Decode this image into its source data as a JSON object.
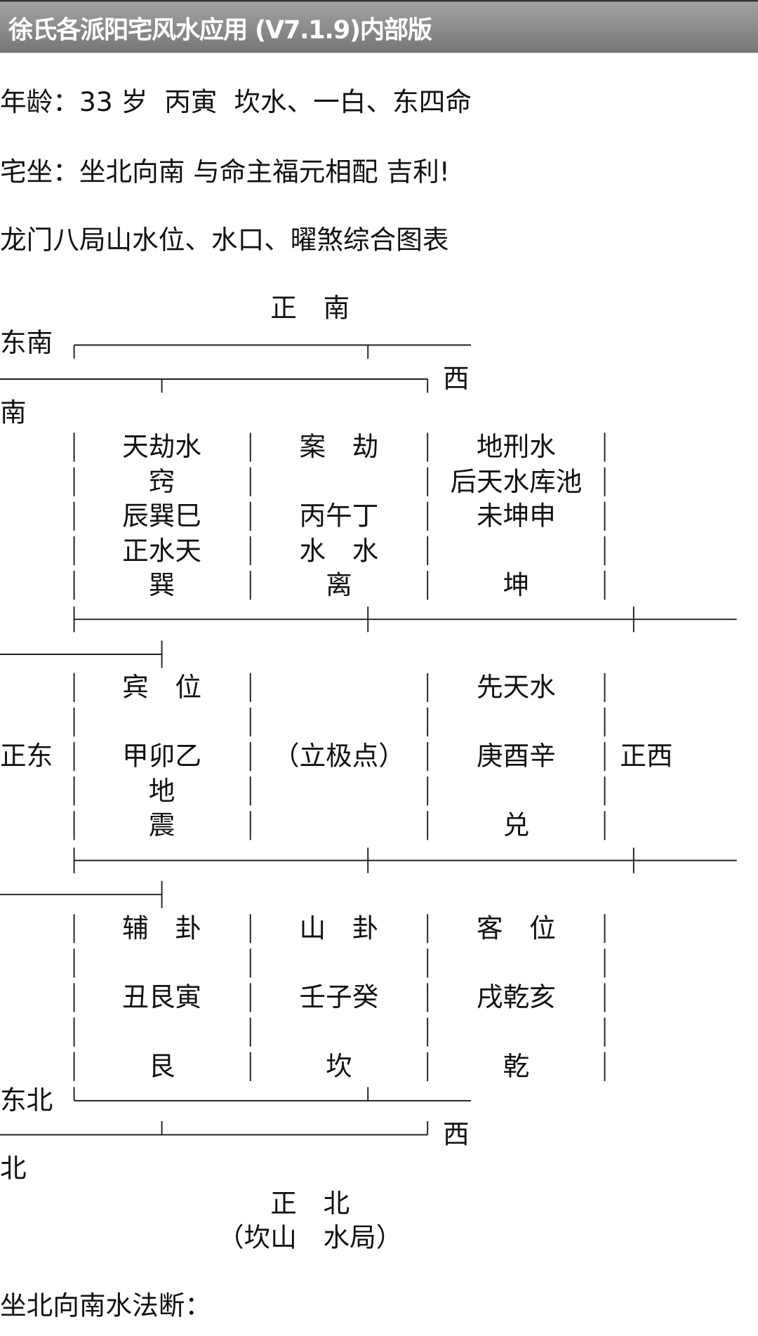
{
  "app": {
    "title": "徐氏各派阳宅风水应用 (V7.1.9)内部版"
  },
  "info": {
    "age_line": "年龄：33 岁  丙寅  坎水、一白、东四命",
    "house_line": "宅坐：坐北向南 与命主福元相配 吉利!",
    "chart_title": "龙门八局山水位、水口、曜煞综合图表"
  },
  "compass": {
    "top": "正　南",
    "southeast": "东南",
    "southwest_west": "西",
    "southeast_south": "南",
    "east": "正东",
    "west": "正西",
    "northeast": "东北",
    "northwest_west": "西",
    "northeast_north": "北",
    "bottom": "正　北",
    "bottom_note": "（坎山　水局）"
  },
  "grid": {
    "top": [
      [
        "天劫水",
        "案　劫",
        "地刑水"
      ],
      [
        "窍",
        "",
        "后天水库池"
      ],
      [
        "辰巽巳",
        "丙午丁",
        "未坤申"
      ],
      [
        "正水天",
        "水　水",
        ""
      ],
      [
        "巽",
        "离",
        "坤"
      ]
    ],
    "middle": [
      [
        "宾　位",
        "",
        "先天水"
      ],
      [
        "",
        "",
        ""
      ],
      [
        "甲卯乙",
        "（立极点）",
        "庚酉辛"
      ],
      [
        "地",
        "",
        ""
      ],
      [
        "震",
        "",
        "兑"
      ]
    ],
    "bottom": [
      [
        "辅　卦",
        "山　卦",
        "客　位"
      ],
      [
        "",
        "",
        ""
      ],
      [
        "丑艮寅",
        "壬子癸",
        "戌乾亥"
      ],
      [
        "",
        "",
        ""
      ],
      [
        "艮",
        "坎",
        "乾"
      ]
    ]
  },
  "footer": {
    "water_method_heading": "坐北向南水法断："
  }
}
